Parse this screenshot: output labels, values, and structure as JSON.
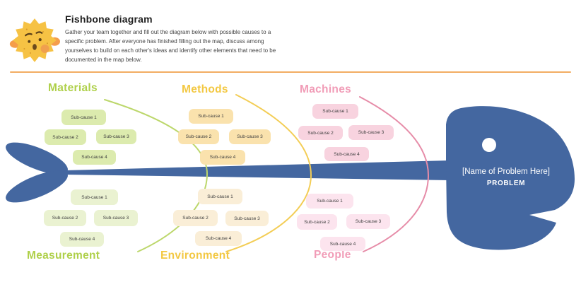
{
  "header": {
    "title": "Fishbone diagram",
    "description": "Gather your team together and fill out the diagram below with possible causes to a specific problem. After everyone has finished filling out the map, discuss among yourselves to build on each other's ideas and identify other elements that need to be documented in the map below.",
    "icon": "pufferfish-icon"
  },
  "colors": {
    "fish_blue": "#4467a0",
    "divider_orange": "#f2ad62",
    "green_accent": "#afd04a",
    "yellow_accent": "#f3c842",
    "pink_accent": "#f19cb7"
  },
  "diagram": {
    "problem": {
      "name_placeholder": "[Name of Problem Here]",
      "label": "PROBLEM"
    },
    "categories": [
      {
        "id": "materials",
        "label": "Materials",
        "position": "top",
        "color": "#afd04a",
        "causes": [
          "Sub-cause 1",
          "Sub-cause 2",
          "Sub-cause 3",
          "Sub-cause 4"
        ]
      },
      {
        "id": "methods",
        "label": "Methods",
        "position": "top",
        "color": "#f3c842",
        "causes": [
          "Sub-cause 1",
          "Sub-cause 2",
          "Sub-cause 3",
          "Sub-cause 4"
        ]
      },
      {
        "id": "machines",
        "label": "Machines",
        "position": "top",
        "color": "#f19cb7",
        "causes": [
          "Sub-cause 1",
          "Sub-cause 2",
          "Sub-cause 3",
          "Sub-cause 4"
        ]
      },
      {
        "id": "measurement",
        "label": "Measurement",
        "position": "bottom",
        "color": "#afd04a",
        "causes": [
          "Sub-cause 1",
          "Sub-cause 2",
          "Sub-cause 3",
          "Sub-cause 4"
        ]
      },
      {
        "id": "environment",
        "label": "Environment",
        "position": "bottom",
        "color": "#f3c842",
        "causes": [
          "Sub-cause 1",
          "Sub-cause 2",
          "Sub-cause 3",
          "Sub-cause 4"
        ]
      },
      {
        "id": "people",
        "label": "People",
        "position": "bottom",
        "color": "#f19cb7",
        "causes": [
          "Sub-cause 1",
          "Sub-cause 2",
          "Sub-cause 3",
          "Sub-cause 4"
        ]
      }
    ]
  }
}
